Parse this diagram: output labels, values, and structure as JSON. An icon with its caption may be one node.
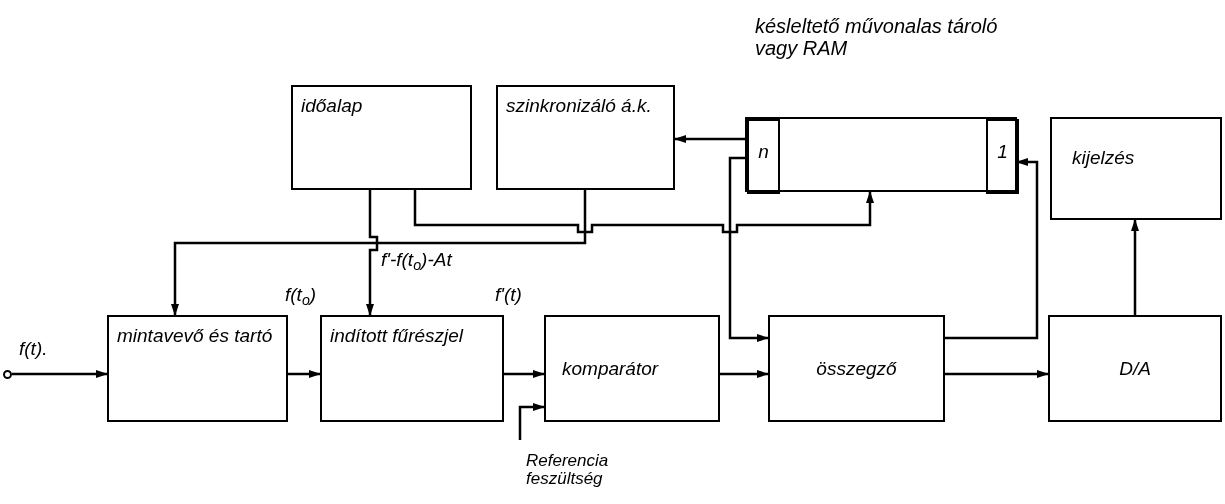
{
  "diagram": {
    "nodes": [
      {
        "text": [
          "időalap"
        ]
      },
      {
        "text": [
          "szinkronizáló á.k."
        ]
      },
      {
        "text": [
          "késleltető művonalas tároló vagy RAM"
        ]
      },
      {
        "text": [
          "n"
        ],
        "in": 2
      },
      {
        "text": [
          "1"
        ],
        "in": 2
      },
      {
        "text": [
          "kijelzés"
        ]
      },
      {
        "text": [
          "mintavevő és tartó"
        ]
      },
      {
        "text": [
          "indított fűrészjel"
        ]
      },
      {
        "text": [
          "komparátor"
        ]
      },
      {
        "text": [
          "összegző"
        ]
      },
      {
        "text": [
          "D/A"
        ]
      },
      {
        "text": [],
        "shape": "circle"
      },
      {
        "text": [
          "Referencia feszültség"
        ]
      }
    ],
    "edges": [
      {
        "from": 11,
        "to": 6,
        "arrow": "to",
        "label": "f(t)."
      },
      {
        "from": 6,
        "to": 7,
        "arrow": "to",
        "label": "f(t$_{o}$)"
      },
      {
        "from": 7,
        "to": 8,
        "arrow": "to",
        "label": "f'(t)"
      },
      {
        "from": 8,
        "to": 9,
        "arrow": "to"
      },
      {
        "from": 9,
        "to": 10,
        "arrow": "to"
      },
      {
        "from": 9,
        "to": 4,
        "arrow": "to"
      },
      {
        "from": 10,
        "to": 5,
        "arrow": "to"
      },
      {
        "from": 0,
        "to": 7,
        "arrow": "to",
        "label": "f'-f(t$_{o}$)-At"
      },
      {
        "from": 1,
        "to": 6,
        "arrow": "to"
      },
      {
        "from": 0,
        "to": 2,
        "arrow": "to"
      },
      {
        "from": 3,
        "to": 9,
        "arrow": "to"
      },
      {
        "from": 3,
        "to": 1,
        "arrow": "to"
      },
      {
        "from": 12,
        "to": 8,
        "arrow": "to"
      }
    ]
  }
}
